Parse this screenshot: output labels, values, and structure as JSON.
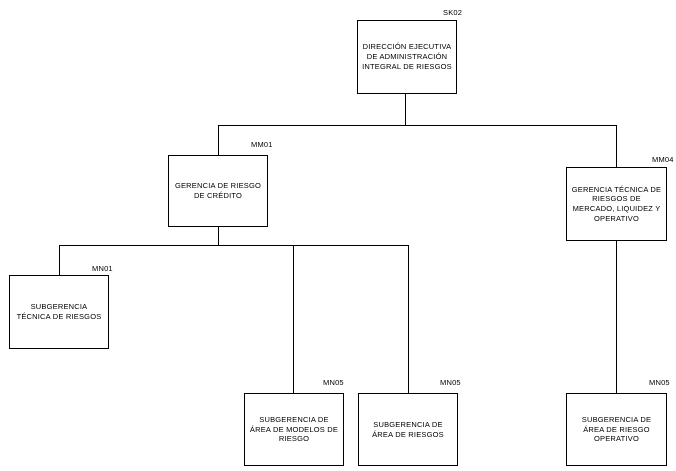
{
  "nodes": {
    "sk02": {
      "code": "SK02",
      "label": "DIRECCIÓN EJECUTIVA DE ADMINISTRACIÓN INTEGRAL DE RIESGOS"
    },
    "mm01": {
      "code": "MM01",
      "label": "GERENCIA DE RIESGO DE CRÉDITO"
    },
    "mm04": {
      "code": "MM04",
      "label": "GERENCIA TÉCNICA DE RIESGOS DE MERCADO, LIQUIDEZ Y OPERATIVO"
    },
    "mn01": {
      "code": "MN01",
      "label": "SUBGERENCIA TÉCNICA DE RIESGOS"
    },
    "mn05_modelos": {
      "code": "MN05",
      "label": "SUBGERENCIA DE ÁREA DE MODELOS DE RIESGO"
    },
    "mn05_riesgos": {
      "code": "MN05",
      "label": "SUBGERENCIA DE ÁREA DE RIESGOS"
    },
    "mn05_operativo": {
      "code": "MN05",
      "label": "SUBGERENCIA DE ÁREA DE RIESGO OPERATIVO"
    }
  }
}
